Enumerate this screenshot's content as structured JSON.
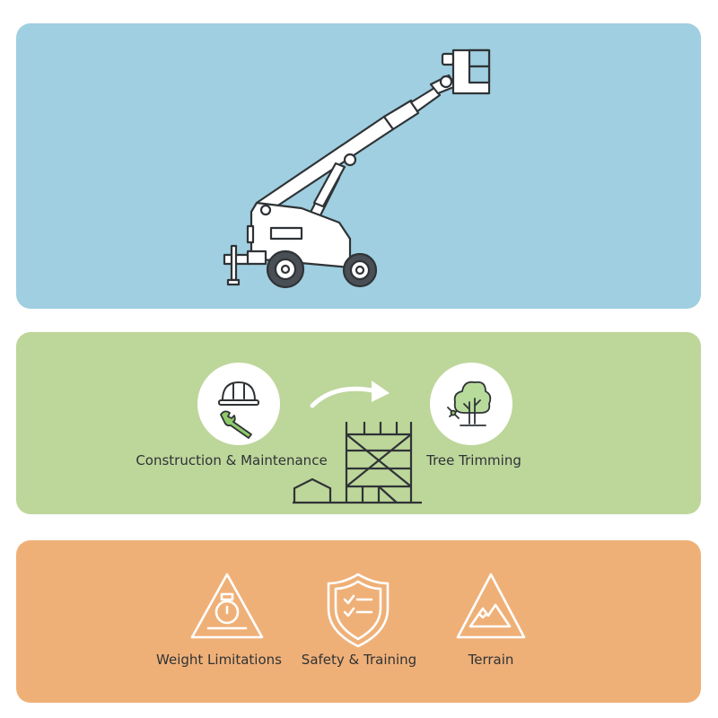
{
  "colors": {
    "top_panel": "#9fcfe0",
    "middle_panel": "#bdd69a",
    "bottom_panel": "#efb078",
    "icon_stroke": "#2f3336",
    "icon_green": "#8fc96a",
    "white": "#ffffff"
  },
  "top_panel": {
    "illustration": "boom-lift-icon"
  },
  "middle_panel": {
    "applications": [
      {
        "icon": "hard-hat-wrench-icon",
        "label": "Construction & Maintenance"
      },
      {
        "icon": "tree-pruning-icon",
        "label": "Tree Trimming"
      }
    ],
    "center_illustration": "scaffolding-icon",
    "connector": "curved-arrow-icon"
  },
  "bottom_panel": {
    "considerations": [
      {
        "icon": "weight-warning-icon",
        "label": "Weight Limitations"
      },
      {
        "icon": "safety-shield-checklist-icon",
        "label": "Safety & Training"
      },
      {
        "icon": "terrain-warning-icon",
        "label": "Terrain"
      }
    ]
  }
}
